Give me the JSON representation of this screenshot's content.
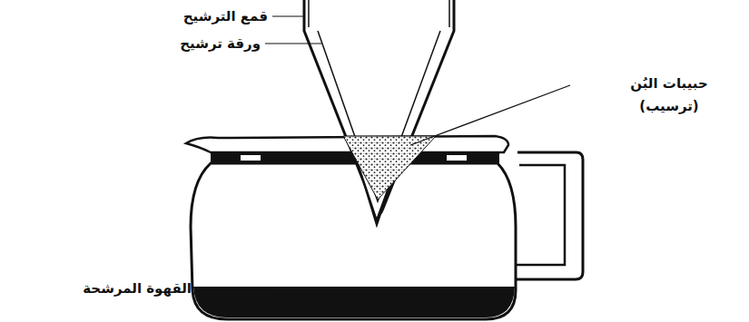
{
  "diagram": {
    "labels": [
      "قمع الترشيح",
      "ورقة ترشيح",
      "حبيبات البُن",
      "(ترسيب)",
      "القهوة المرشحة"
    ]
  }
}
